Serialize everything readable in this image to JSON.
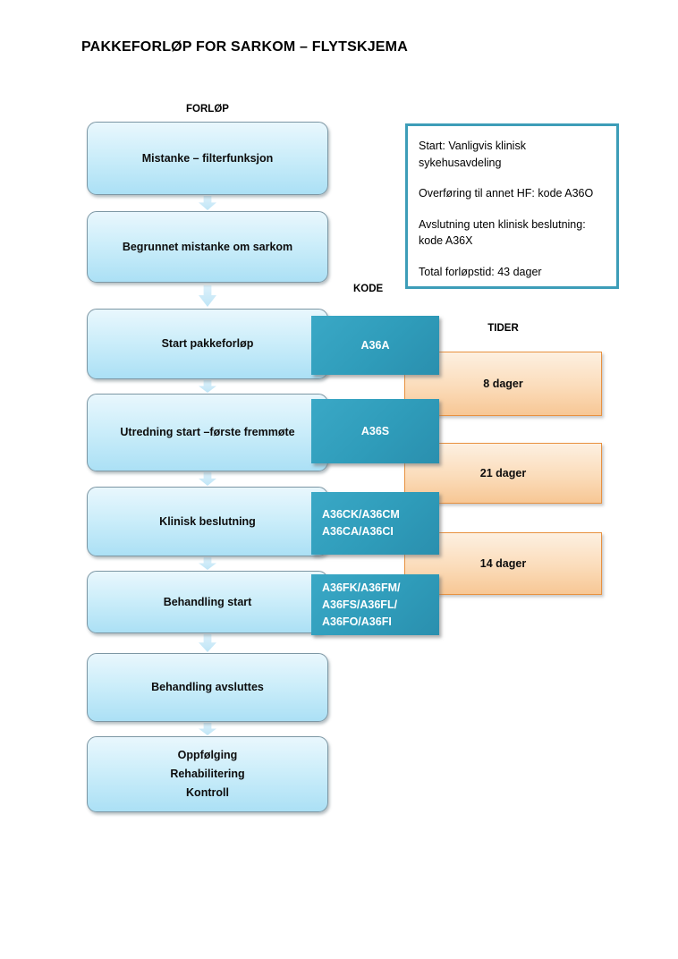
{
  "title": "PAKKEFORLØP FOR SARKOM – FLYTSKJEMA",
  "labels": {
    "forlop": "FORLØP",
    "kode": "KODE",
    "tider": "TIDER"
  },
  "flow_steps": [
    {
      "label": "Mistanke – filterfunksjon"
    },
    {
      "label": "Begrunnet mistanke om sarkom"
    },
    {
      "label": "Start pakkeforløp"
    },
    {
      "label": "Utredning start –første fremmøte"
    },
    {
      "label": "Klinisk beslutning"
    },
    {
      "label": "Behandling start"
    },
    {
      "label": "Behandling avsluttes"
    },
    {
      "lines": [
        "Oppfølging",
        "Rehabilitering",
        "Kontroll"
      ]
    }
  ],
  "code_boxes": [
    {
      "lines": [
        "A36A"
      ]
    },
    {
      "lines": [
        "A36S"
      ]
    },
    {
      "lines": [
        "A36CK/A36CM",
        "A36CA/A36CI"
      ]
    },
    {
      "lines": [
        "A36FK/A36FM/",
        "A36FS/A36FL/",
        "A36FO/A36FI"
      ]
    }
  ],
  "time_boxes": [
    {
      "label": "8 dager"
    },
    {
      "label": "21 dager"
    },
    {
      "label": "14 dager"
    }
  ],
  "info_box": {
    "lines": [
      "Start: Vanligvis klinisk sykehusavdeling",
      "Overføring til annet HF: kode A36O",
      "Avslutning uten klinisk beslutning: kode A36X",
      "Total forløpstid: 43 dager"
    ]
  },
  "colors": {
    "flow_box_top": "#e9f7fd",
    "flow_box_bottom": "#abe0f5",
    "code_box_teal": "#2f9cba",
    "time_box_border": "#e8913f",
    "time_box_fill": "#fbdcba",
    "info_box_border": "#3d9db8",
    "text": "#000000"
  }
}
